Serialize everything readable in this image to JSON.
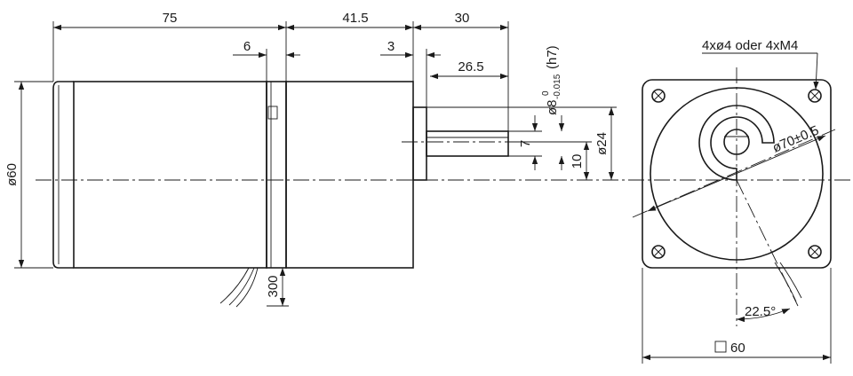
{
  "dimensions": {
    "length_body": "75",
    "length_gear": "41.5",
    "shaft_length": "30",
    "flange_offset": "6",
    "shaft_offset": "3",
    "shaft_usable": "26.5",
    "shaft_key": "7",
    "shaft_flat": "10",
    "pilot_diameter": "ø24",
    "shaft_diameter_base": "ø8",
    "shaft_tol_upper": "0",
    "shaft_tol_lower": "-0.015",
    "shaft_fit": "(h7)",
    "body_diameter": "ø60",
    "cable_length": "300",
    "holes": "4xø4 oder 4xM4",
    "bolt_circle": "ø70±0.5",
    "angle": "22.5°",
    "square_size": "60"
  }
}
